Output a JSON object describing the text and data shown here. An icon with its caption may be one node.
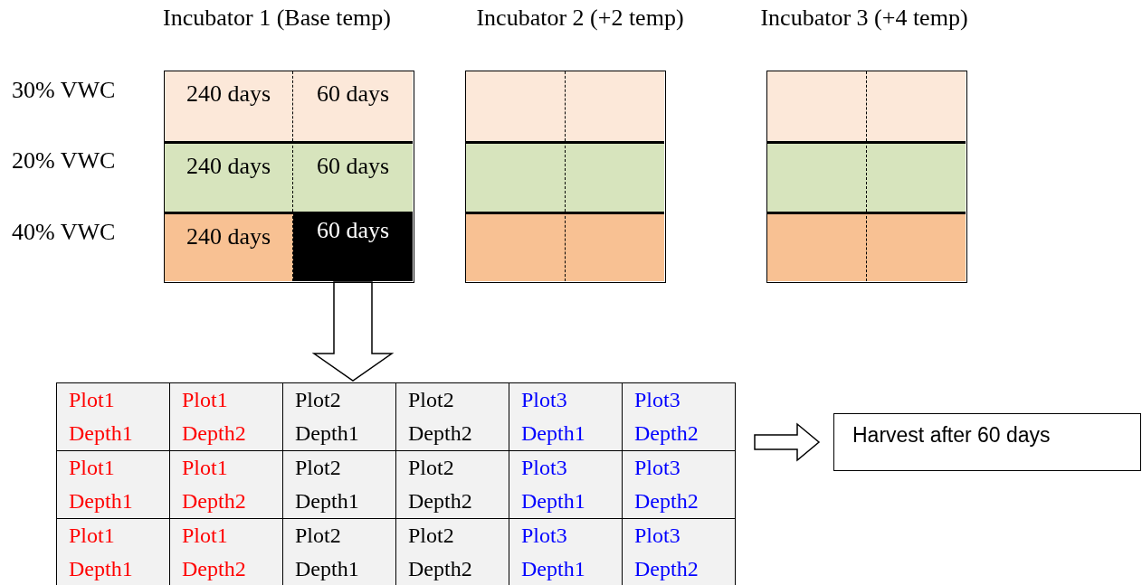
{
  "diagram": {
    "nodes": [
      {
        "text": [
          "Incubator 1 (Base temp)"
        ]
      },
      {
        "text": [
          "240 days"
        ],
        "in": 0
      },
      {
        "text": [
          "60 days"
        ],
        "in": 0
      },
      {
        "text": [
          "240 days"
        ],
        "in": 0
      },
      {
        "text": [
          "60 days"
        ],
        "in": 0
      },
      {
        "text": [
          "240 days"
        ],
        "in": 0
      },
      {
        "text": [
          "60 days"
        ],
        "in": 0
      },
      {
        "text": [
          "Incubator 2 (+2 temp)"
        ]
      },
      {
        "text": [],
        "shape": "box",
        "in": 7
      },
      {
        "text": [],
        "shape": "box",
        "in": 7
      },
      {
        "text": [],
        "shape": "box",
        "in": 7
      },
      {
        "text": [],
        "shape": "box",
        "in": 7
      },
      {
        "text": [],
        "shape": "box",
        "in": 7
      },
      {
        "text": [],
        "shape": "box",
        "in": 7
      },
      {
        "text": [
          "Incubator 3 (+4 temp)"
        ]
      },
      {
        "text": [],
        "shape": "box",
        "in": 14
      },
      {
        "text": [],
        "shape": "box",
        "in": 14
      },
      {
        "text": [],
        "shape": "box",
        "in": 14
      },
      {
        "text": [],
        "shape": "box",
        "in": 14
      },
      {
        "text": [],
        "shape": "box",
        "in": 14
      },
      {
        "text": [],
        "shape": "box",
        "in": 14
      },
      {
        "text": [],
        "shape": "box"
      },
      {
        "text": [
          "Plot1 Depth1"
        ],
        "in": 21
      },
      {
        "text": [
          "Plot1 Depth2"
        ],
        "in": 21
      },
      {
        "text": [
          "Plot2 Depth1"
        ],
        "in": 21
      },
      {
        "text": [
          "Plot2 Depth2"
        ],
        "in": 21
      },
      {
        "text": [
          "Plot3 Depth1"
        ],
        "in": 21
      },
      {
        "text": [
          "Plot3 Depth2"
        ],
        "in": 21
      },
      {
        "text": [
          "Plot1 Depth1"
        ],
        "in": 21
      },
      {
        "text": [
          "Plot1 Depth2"
        ],
        "in": 21
      },
      {
        "text": [
          "Plot2 Depth1"
        ],
        "in": 21
      },
      {
        "text": [
          "Plot2 Depth2"
        ],
        "in": 21
      },
      {
        "text": [
          "Plot3 Depth1"
        ],
        "in": 21
      },
      {
        "text": [
          "Plot3 Depth2"
        ],
        "in": 21
      },
      {
        "text": [
          "Plot1 Depth1"
        ],
        "in": 21
      },
      {
        "text": [
          "Plot1 Depth2"
        ],
        "in": 21
      },
      {
        "text": [
          "Plot2 Depth1"
        ],
        "in": 21
      },
      {
        "text": [
          "Plot2 Depth2"
        ],
        "in": 21
      },
      {
        "text": [
          "Plot3 Depth1"
        ],
        "in": 21
      },
      {
        "text": [
          "Plot3 Depth2"
        ],
        "in": 21
      },
      {
        "text": [
          "Harvest after 60 days"
        ]
      }
    ],
    "edges": [
      {
        "from": 6,
        "to": 21,
        "arrow": "to"
      },
      {
        "from": 21,
        "to": 40,
        "arrow": "to"
      }
    ],
    "labels": [
      "30% VWC",
      "20% VWC",
      "40% VWC"
    ]
  }
}
